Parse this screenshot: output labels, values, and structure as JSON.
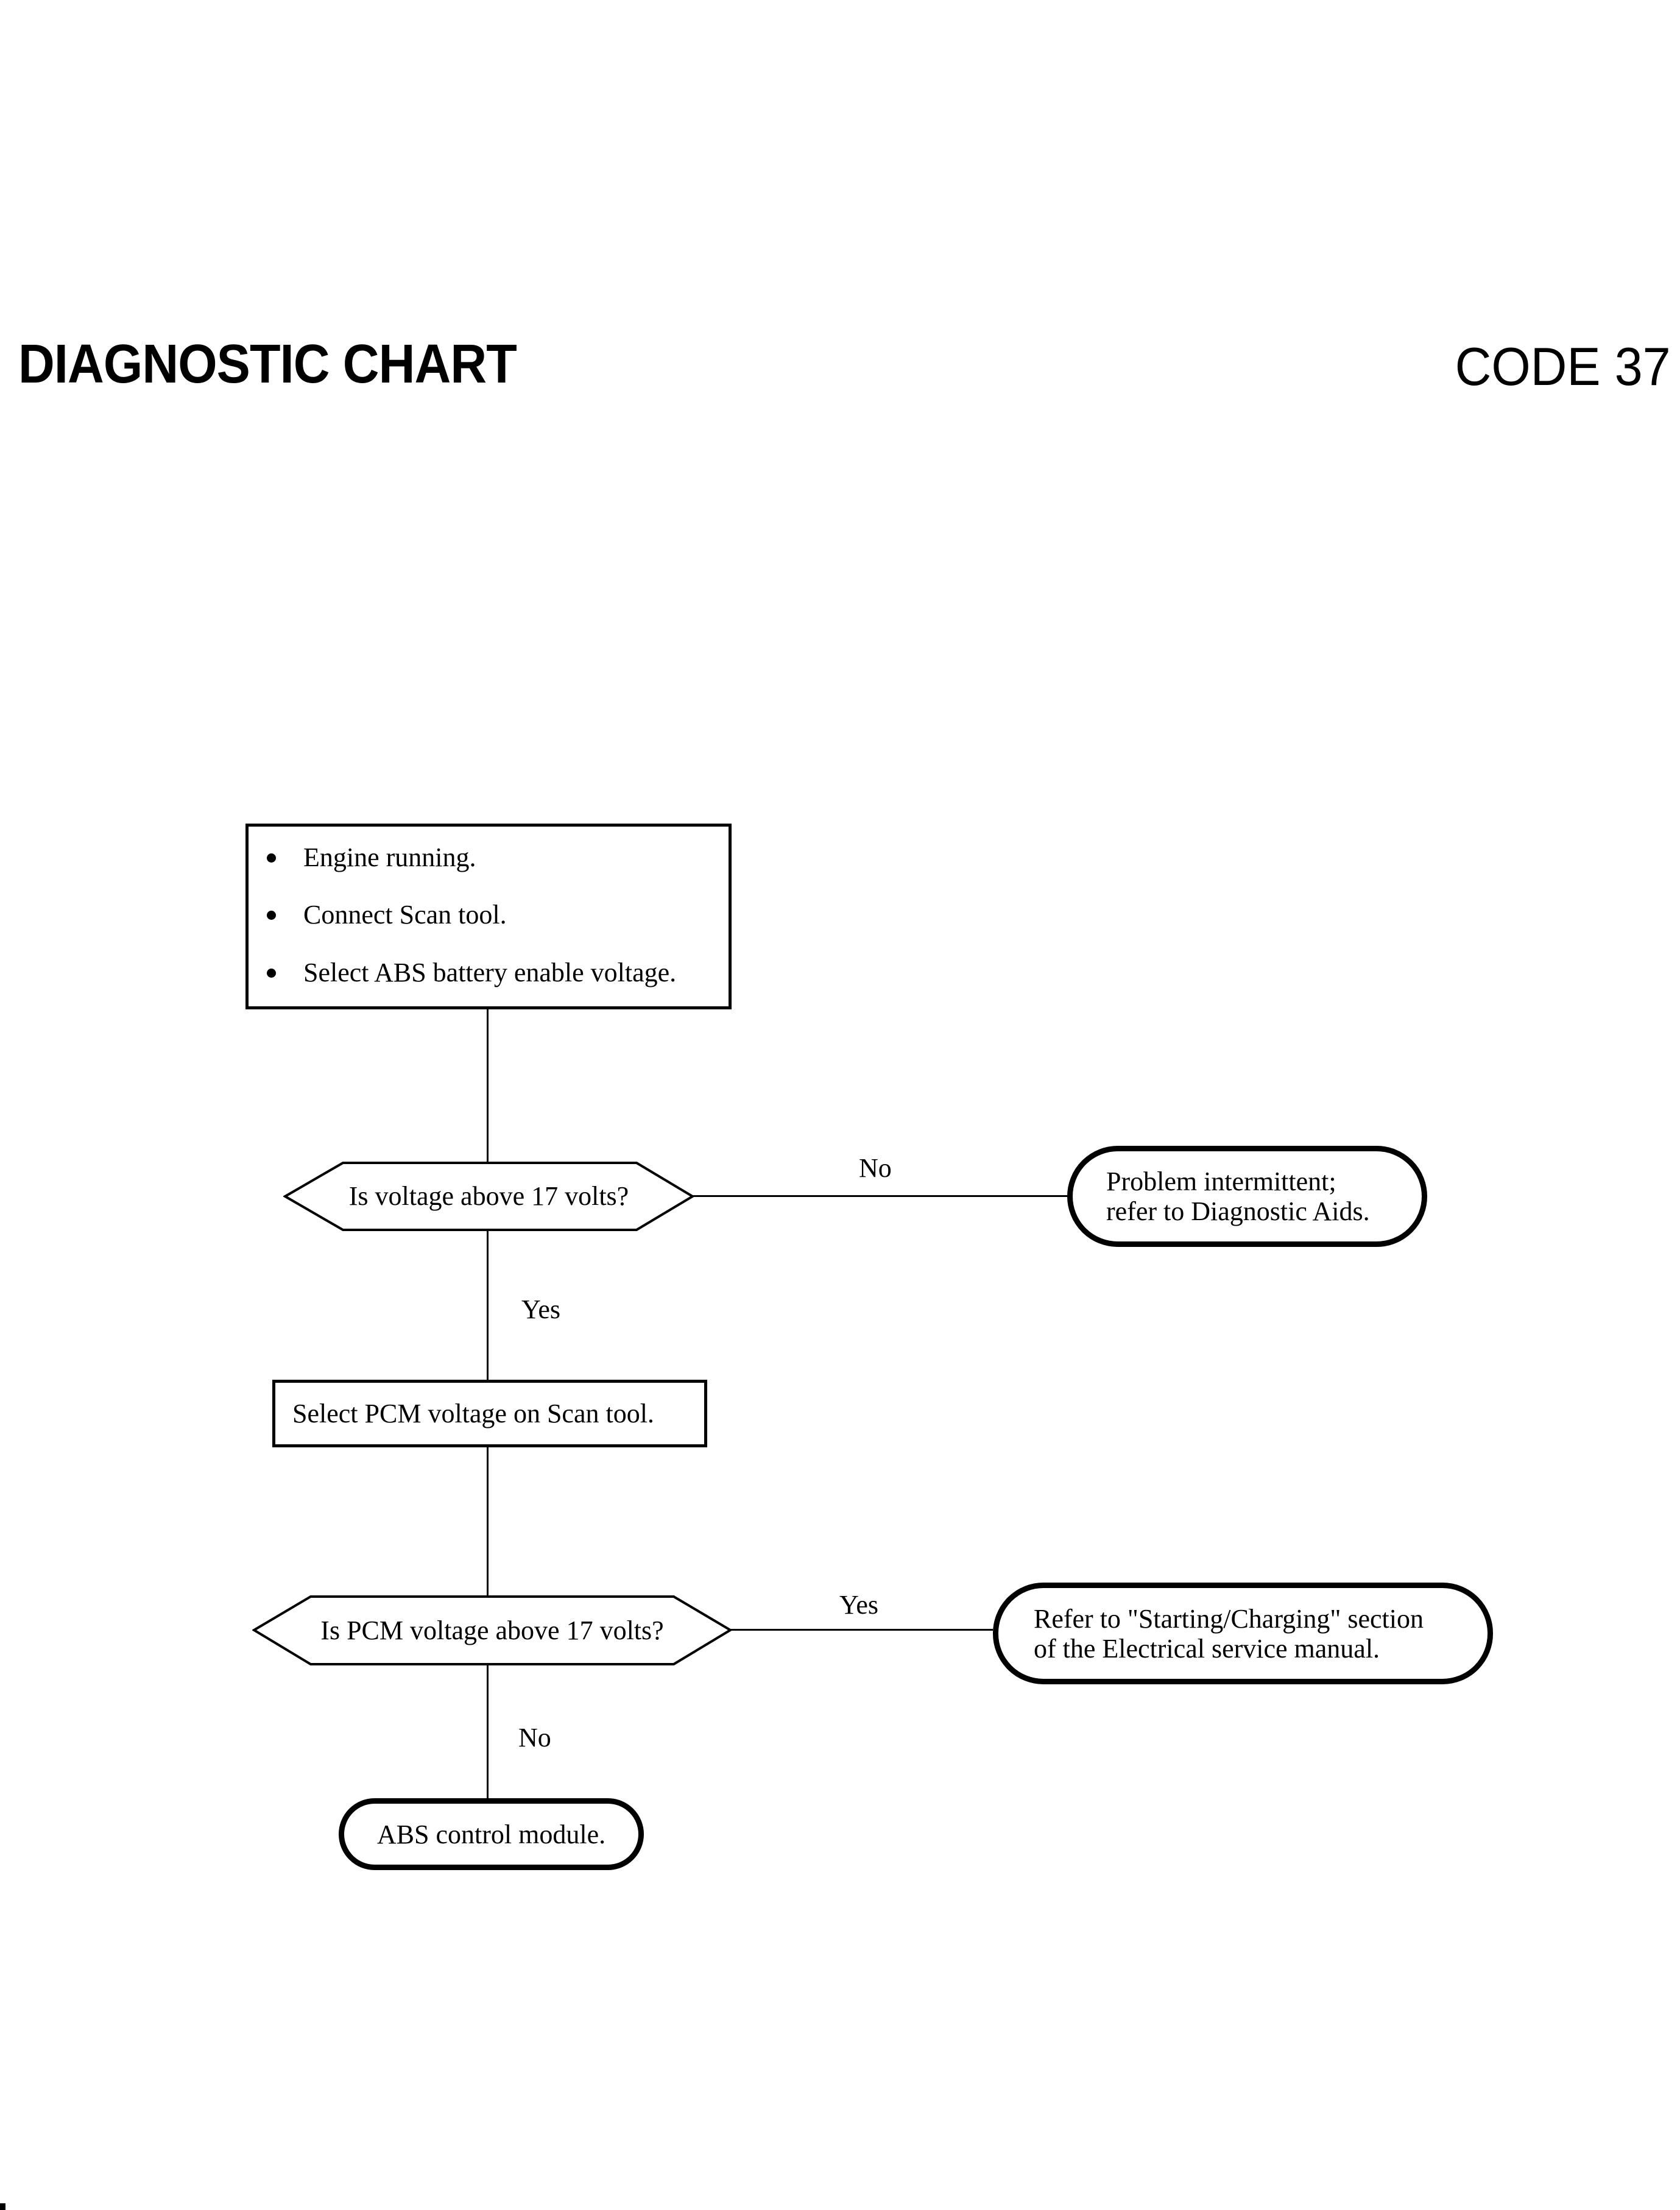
{
  "header": {
    "title": "DIAGNOSTIC CHART",
    "code": "CODE 37"
  },
  "colors": {
    "ink": "#000000",
    "paper": "#ffffff"
  },
  "flowchart": {
    "start": {
      "bullets": [
        "Engine running.",
        "Connect Scan tool.",
        "Select ABS battery enable voltage."
      ]
    },
    "decision1": {
      "question": "Is voltage above 17 volts?",
      "no_label": "No",
      "yes_label": "Yes"
    },
    "result_no1": {
      "line1": "Problem intermittent;",
      "line2": "refer to Diagnostic Aids."
    },
    "action1": {
      "text": "Select PCM voltage on Scan tool."
    },
    "decision2": {
      "question": "Is PCM voltage above 17 volts?",
      "yes_label": "Yes",
      "no_label": "No"
    },
    "result_yes2": {
      "line1": "Refer to \"Starting/Charging\" section",
      "line2": "of the Electrical service manual."
    },
    "result_no2": {
      "text": "ABS control module."
    }
  }
}
